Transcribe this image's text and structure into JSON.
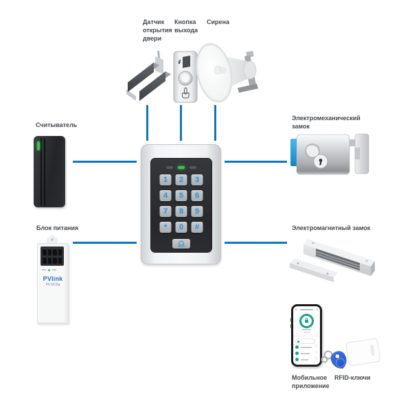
{
  "labels": {
    "door_sensor": "Датчик открытия двери",
    "exit_button": "Кнопка выхода",
    "siren": "Сирена",
    "reader": "Считыватель",
    "power_supply": "Блок питания",
    "electromechanical_lock": "Электромеханический замок",
    "electromagnetic_lock": "Электромагнитный замок",
    "mobile_app": "Мобильное приложение",
    "rfid_keys": "RFID-ключи"
  },
  "power_supply": {
    "brand": "PVlink",
    "model": "PV-DC5a"
  },
  "keypad": {
    "keys": [
      "1",
      "2",
      "3",
      "4",
      "5",
      "6",
      "7",
      "8",
      "9",
      "*",
      "0",
      "#"
    ],
    "leds": [
      "off",
      "on",
      "off"
    ]
  },
  "colors": {
    "connector": "#0c76bd",
    "keypad_digit": "#3795d6",
    "led_green": "#3fc24d",
    "app_teal": "#17a087",
    "fob_blue": "#2f5fd0",
    "brand_blue": "#2f6db5",
    "label_text": "#44484c"
  }
}
